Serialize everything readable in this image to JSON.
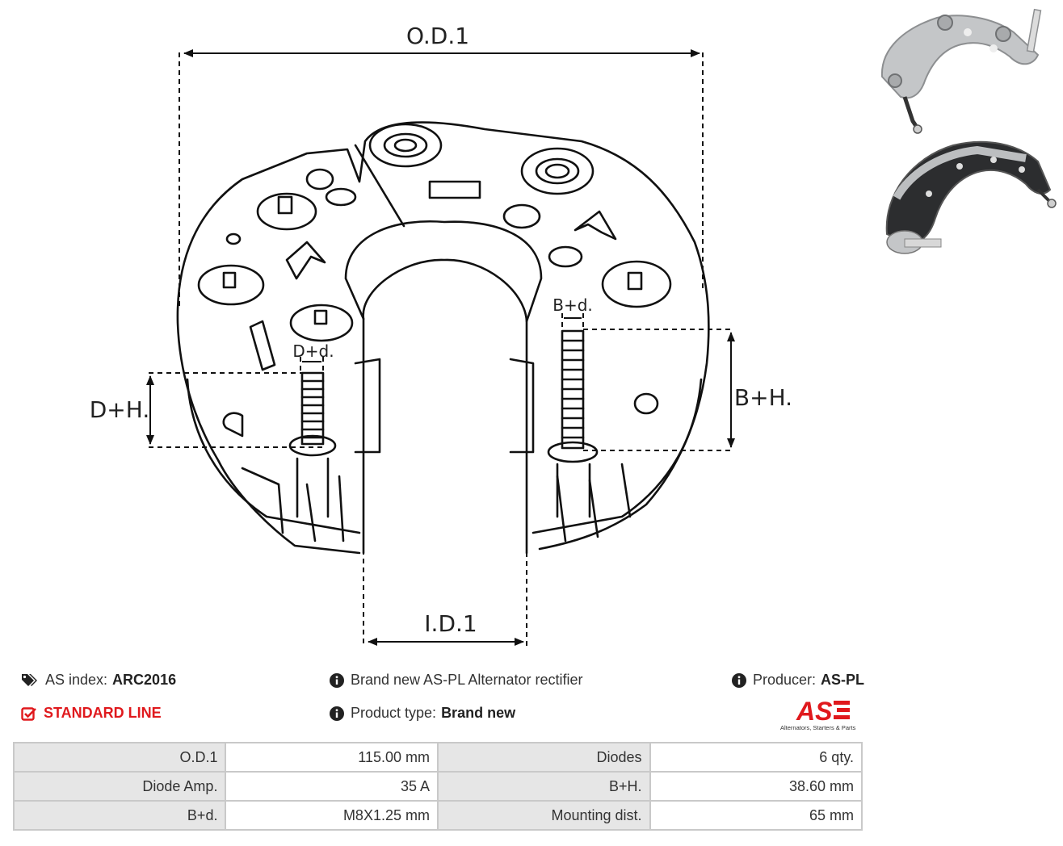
{
  "drawing": {
    "od_label": "O.D.1",
    "id_label": "I.D.1",
    "dh_label": "D+H.",
    "bh_label": "B+H.",
    "dd_label": "D+d.",
    "bd_label": "B+d."
  },
  "info": {
    "as_index_label": "AS index:",
    "as_index_value": "ARC2016",
    "description": "Brand new AS-PL Alternator rectifier",
    "producer_label": "Producer:",
    "producer_value": "AS-PL",
    "line": "STANDARD LINE",
    "product_type_label": "Product type:",
    "product_type_value": "Brand new"
  },
  "logo": {
    "mark": "AS",
    "tagline": "Alternators, Starters & Parts",
    "color": "#e0191d"
  },
  "specs": [
    {
      "label": "O.D.1",
      "value": "115.00 mm",
      "label2": "Diodes",
      "value2": "6 qty."
    },
    {
      "label": "Diode Amp.",
      "value": "35 A",
      "label2": "B+H.",
      "value2": "38.60 mm"
    },
    {
      "label": "B+d.",
      "value": "M8X1.25 mm",
      "label2": "Mounting dist.",
      "value2": "65 mm"
    }
  ]
}
